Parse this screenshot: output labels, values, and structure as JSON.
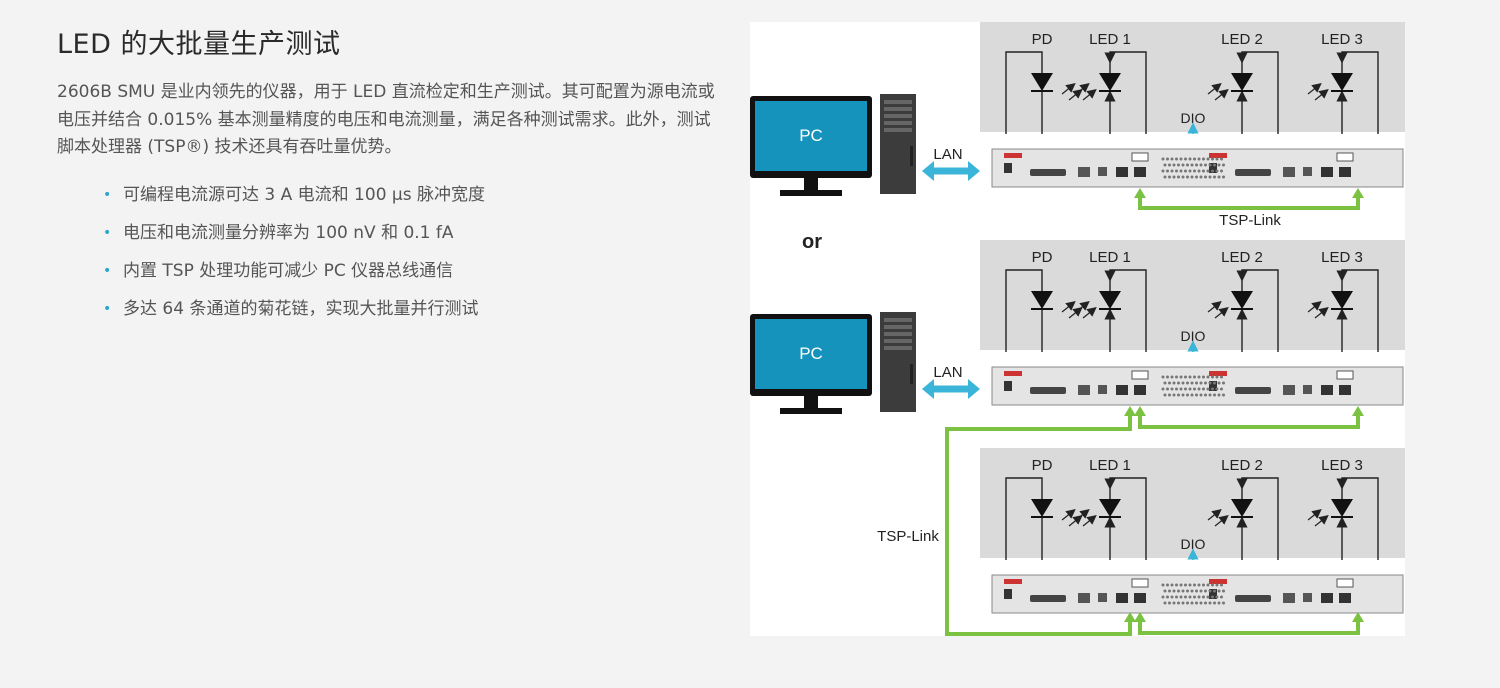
{
  "title": "LED 的大批量生产测试",
  "intro": "2606B SMU 是业内领先的仪器，用于 LED 直流检定和生产测试。其可配置为源电流或电压并结合 0.015% 基本测量精度的电压和电流测量，满足各种测试需求。此外，测试脚本处理器 (TSP®) 技术还具有吞吐量优势。",
  "features": [
    "可编程电流源可达 3 A 电流和 100 µs 脉冲宽度",
    "电压和电流测量分辨率为 100 nV 和 0.1 fA",
    "内置 TSP 处理功能可减少 PC 仪器总线通信",
    "多达 64 条通道的菊花链，实现大批量并行测试"
  ],
  "bullet_glyph": "•",
  "diagram": {
    "pc_label": "PC",
    "lan_label": "LAN",
    "or_label": "or",
    "tsp_link_label": "TSP-Link",
    "dio_label": "DIO",
    "device_labels": [
      "PD",
      "LED 1",
      "LED 2",
      "LED 3"
    ],
    "colors": {
      "lan_arrow": "#3ab4d8",
      "tsp_link": "#7cc242",
      "monitor": "#1693bd",
      "panel_bg": "#dadada",
      "dio_arrow": "#3ab4d8"
    }
  }
}
